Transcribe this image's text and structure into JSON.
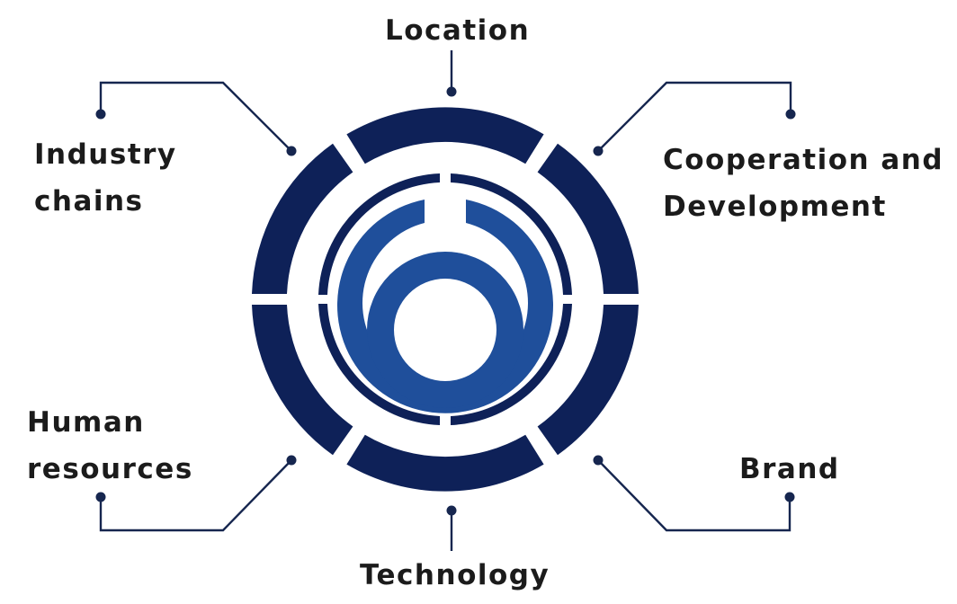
{
  "diagram": {
    "labels": {
      "location": [
        "Location"
      ],
      "industry_chains": [
        "Industry",
        "chains"
      ],
      "cooperation_development": [
        "Cooperation and",
        "Development"
      ],
      "human_resources": [
        "Human",
        "resources"
      ],
      "brand": [
        "Brand"
      ],
      "technology": [
        "Technology"
      ]
    },
    "colors": {
      "outer_ring": "#0e2158",
      "inner_ring": "#0e2158",
      "emblem": "#1f4f9b",
      "connector": "#16264f",
      "text": "#1b1b1b",
      "background": "#ffffff"
    }
  }
}
